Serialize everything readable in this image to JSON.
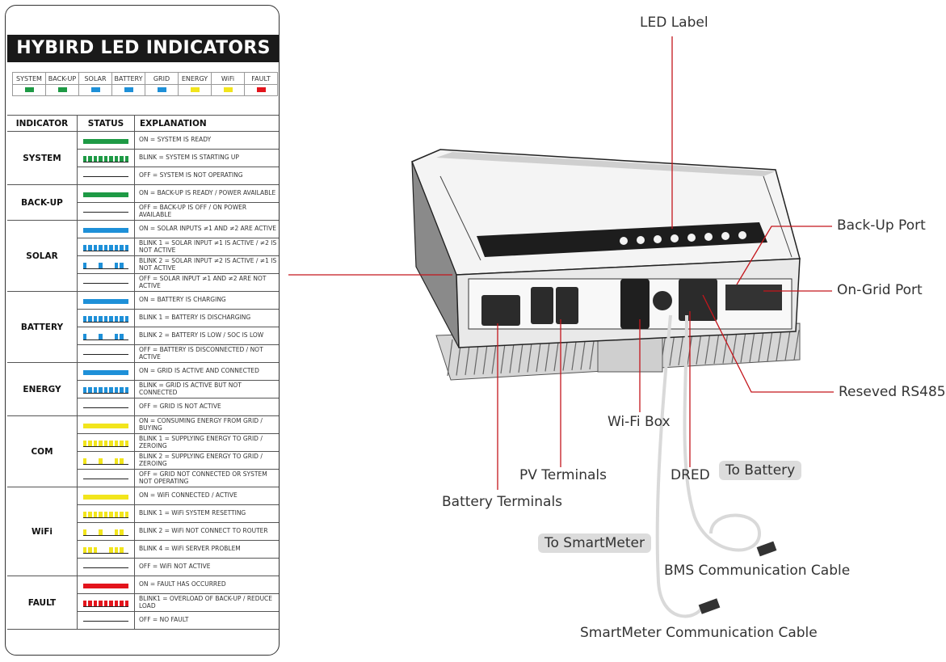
{
  "panel": {
    "title": "HYBIRD LED INDICATORS",
    "legend": [
      {
        "label": "SYSTEM",
        "color": "#1e9a45"
      },
      {
        "label": "BACK-UP",
        "color": "#1e9a45"
      },
      {
        "label": "SOLAR",
        "color": "#1e90d8"
      },
      {
        "label": "BATTERY",
        "color": "#1e90d8"
      },
      {
        "label": "GRID",
        "color": "#1e90d8"
      },
      {
        "label": "ENERGY",
        "color": "#f2e51c"
      },
      {
        "label": "WiFi",
        "color": "#f2e51c"
      },
      {
        "label": "FAULT",
        "color": "#e3141c"
      }
    ],
    "headers": {
      "indicator": "INDICATOR",
      "status": "STATUS",
      "explanation": "EXPLANATION"
    },
    "groups": [
      {
        "name": "SYSTEM",
        "color": "#1e9a45",
        "rows": [
          {
            "pattern": "solid",
            "text": "ON = SYSTEM IS READY"
          },
          {
            "pattern": "blink",
            "text": "BLINK = SYSTEM IS STARTING UP"
          },
          {
            "pattern": "off",
            "text": "OFF = SYSTEM IS NOT OPERATING"
          }
        ]
      },
      {
        "name": "BACK-UP",
        "color": "#1e9a45",
        "rows": [
          {
            "pattern": "solid",
            "text": "ON = BACK-UP IS READY / POWER AVAILABLE"
          },
          {
            "pattern": "off",
            "text": "OFF = BACK-UP IS OFF / ON POWER AVAILABLE"
          }
        ]
      },
      {
        "name": "SOLAR",
        "color": "#1e90d8",
        "rows": [
          {
            "pattern": "solid",
            "text": "ON = SOLAR INPUTS ≠1 AND ≠2 ARE ACTIVE"
          },
          {
            "pattern": "blink",
            "text": "BLINK 1 = SOLAR INPUT ≠1 IS ACTIVE / ≠2 IS NOT ACTIVE"
          },
          {
            "pattern": "blink2",
            "text": "BLINK 2 = SOLAR INPUT ≠2 IS ACTIVE / ≠1 IS NOT ACTIVE"
          },
          {
            "pattern": "off",
            "text": "OFF = SOLAR INPUT ≠1 AND ≠2 ARE NOT ACTIVE"
          }
        ]
      },
      {
        "name": "BATTERY",
        "color": "#1e90d8",
        "rows": [
          {
            "pattern": "solid",
            "text": "ON = BATTERY IS CHARGING"
          },
          {
            "pattern": "blink",
            "text": "BLINK 1 = BATTERY IS DISCHARGING"
          },
          {
            "pattern": "blink2",
            "text": "BLINK 2 = BATTERY IS LOW / SOC IS LOW"
          },
          {
            "pattern": "off",
            "text": "OFF = BATTERY IS DISCONNECTED / NOT ACTIVE"
          }
        ]
      },
      {
        "name": "ENERGY",
        "color": "#1e90d8",
        "rows": [
          {
            "pattern": "solid",
            "text": "ON = GRID IS ACTIVE AND CONNECTED"
          },
          {
            "pattern": "blink",
            "text": "BLINK = GRID IS ACTIVE BUT NOT CONNECTED"
          },
          {
            "pattern": "off",
            "text": "OFF = GRID IS NOT ACTIVE"
          }
        ]
      },
      {
        "name": "COM",
        "color": "#f2e51c",
        "rows": [
          {
            "pattern": "solid",
            "text": "ON = CONSUMING ENERGY FROM GRID / BUYING"
          },
          {
            "pattern": "blink",
            "text": "BLINK 1 = SUPPLYING ENERGY TO GRID / ZEROING"
          },
          {
            "pattern": "blink2",
            "text": "BLINK 2 = SUPPLYING ENERGY TO GRID / ZEROING"
          },
          {
            "pattern": "off",
            "text": "OFF = GRID NOT CONNECTED OR SYSTEM NOT OPERATING"
          }
        ]
      },
      {
        "name": "WiFi",
        "color": "#f2e51c",
        "rows": [
          {
            "pattern": "solid",
            "text": "ON = WiFi CONNECTED / ACTIVE"
          },
          {
            "pattern": "blink",
            "text": "BLINK 1 = WiFi SYSTEM RESETTING"
          },
          {
            "pattern": "blink2",
            "text": "BLINK 2 = WiFi NOT CONNECT TO ROUTER"
          },
          {
            "pattern": "blink4",
            "text": "BLINK 4 = WiFi SERVER PROBLEM"
          },
          {
            "pattern": "off",
            "text": "OFF = WiFi NOT ACTIVE"
          }
        ]
      },
      {
        "name": "FAULT",
        "color": "#e3141c",
        "rows": [
          {
            "pattern": "solid",
            "text": "ON = FAULT HAS OCCURRED"
          },
          {
            "pattern": "blink",
            "text": "BLINK1 = OVERLOAD OF BACK-UP / REDUCE LOAD"
          },
          {
            "pattern": "off",
            "text": "OFF = NO FAULT"
          }
        ]
      }
    ]
  },
  "callouts": {
    "led_label": "LED Label",
    "backup_port": "Back-Up Port",
    "ongrid_port": "On-Grid Port",
    "rs485": "Reseved RS485",
    "wifi_box": "Wi-Fi Box",
    "pv_terminals": "PV Terminals",
    "dred": "DRED",
    "to_battery": "To Battery",
    "battery_terminals": "Battery Terminals",
    "to_smartmeter": "To SmartMeter",
    "bms_cable": "BMS Communication Cable",
    "smartmeter_cable": "SmartMeter Communication Cable"
  },
  "colors": {
    "callout_line": "#c4161c",
    "cable": "#d9d9d9",
    "device_dark": "#1d1d1d",
    "heatsink": "#bdbdbd"
  }
}
